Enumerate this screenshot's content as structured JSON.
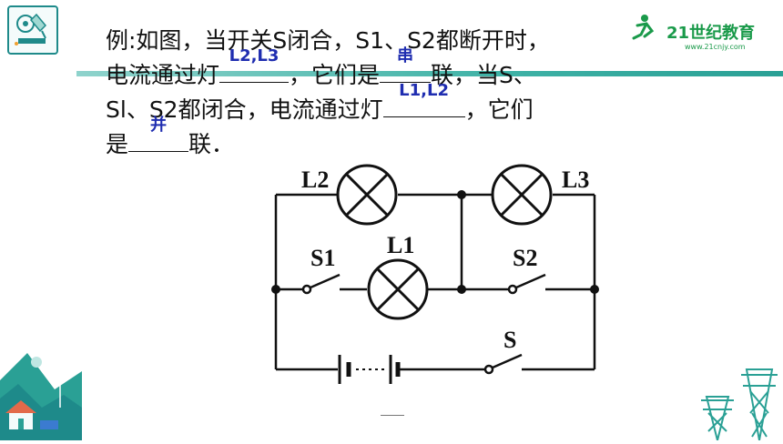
{
  "header": {
    "brand_text": "21世纪教育",
    "brand_url_text": "www.21cnjy.com"
  },
  "question": {
    "line1": "例:如图，当开关S闭合，S1、S2都断开时，",
    "line2_a": "电流通过灯",
    "line2_b": "，它们是",
    "line2_c": "联，当S、",
    "line3_a": "Sl、S2都闭合，电流通过灯",
    "line3_b": "，它们",
    "line4_a": "是",
    "line4_b": "联．",
    "answer1": "L2,L3",
    "answer2": "串",
    "answer3": "L1,L2",
    "answer4": "并"
  },
  "circuit": {
    "label_L2": "L2",
    "label_L3": "L3",
    "label_L1": "L1",
    "label_S1": "S1",
    "label_S2": "S2",
    "label_S": "S"
  },
  "colors": {
    "accent": "#2aa095",
    "answer": "#1f2db0",
    "brand_green": "#1a9a4a"
  }
}
